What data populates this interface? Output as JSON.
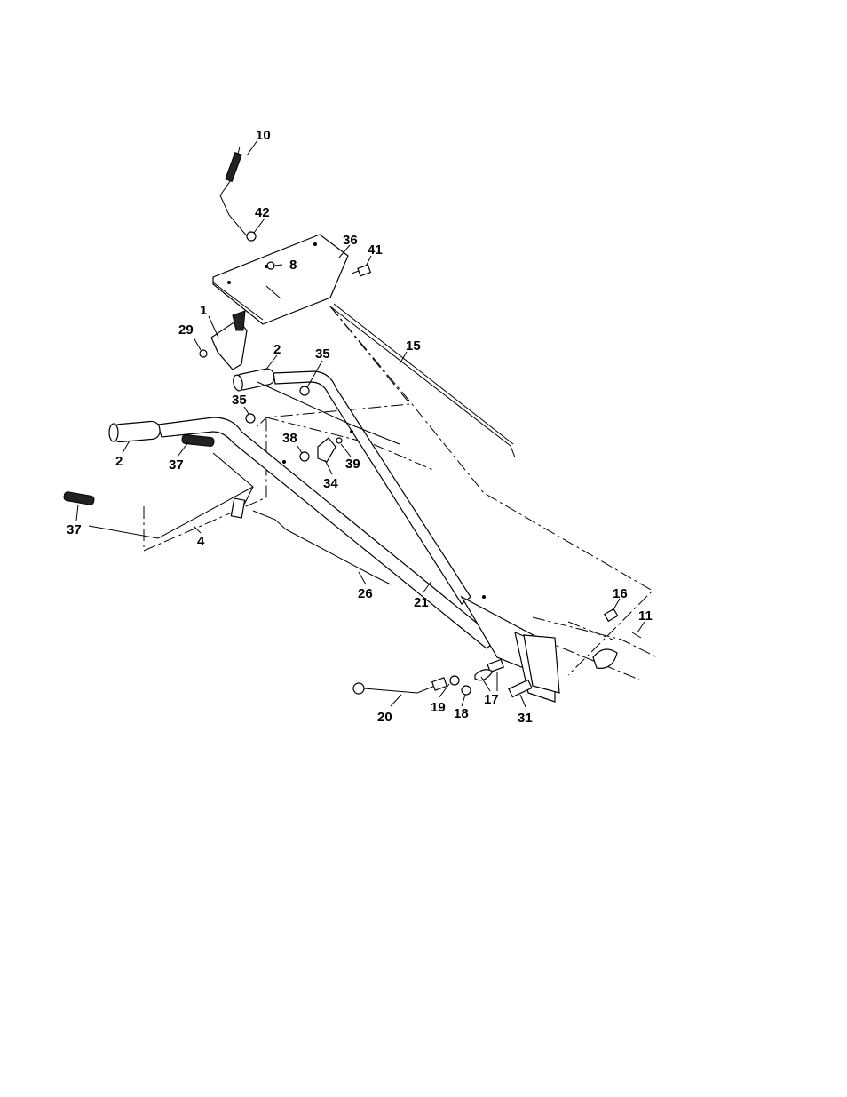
{
  "callouts": {
    "c10": "10",
    "c42": "42",
    "c36": "36",
    "c41": "41",
    "c8": "8",
    "c1": "1",
    "c29": "29",
    "c2a": "2",
    "c35a": "35",
    "c15": "15",
    "c35b": "35",
    "c2b": "2",
    "c37a": "37",
    "c38": "38",
    "c39": "39",
    "c34": "34",
    "c37b": "37",
    "c4": "4",
    "c26": "26",
    "c21": "21",
    "c16": "16",
    "c11": "11",
    "c17": "17",
    "c20": "20",
    "c19": "19",
    "c18": "18",
    "c31": "31"
  }
}
